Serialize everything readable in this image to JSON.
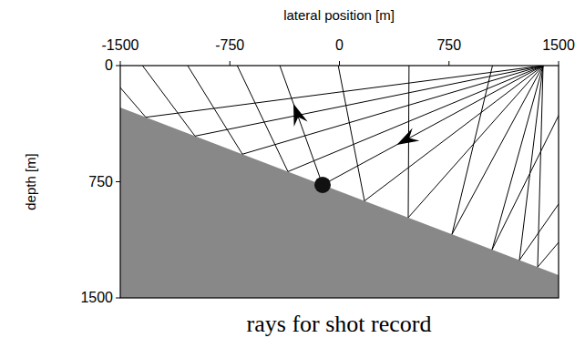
{
  "diagram": {
    "caption": "rays for shot record",
    "labels": [
      "lateral position [m]",
      "-1500",
      "-750",
      "0",
      "750",
      "1500",
      "depth [m]",
      "0",
      "750",
      "1500"
    ]
  }
}
